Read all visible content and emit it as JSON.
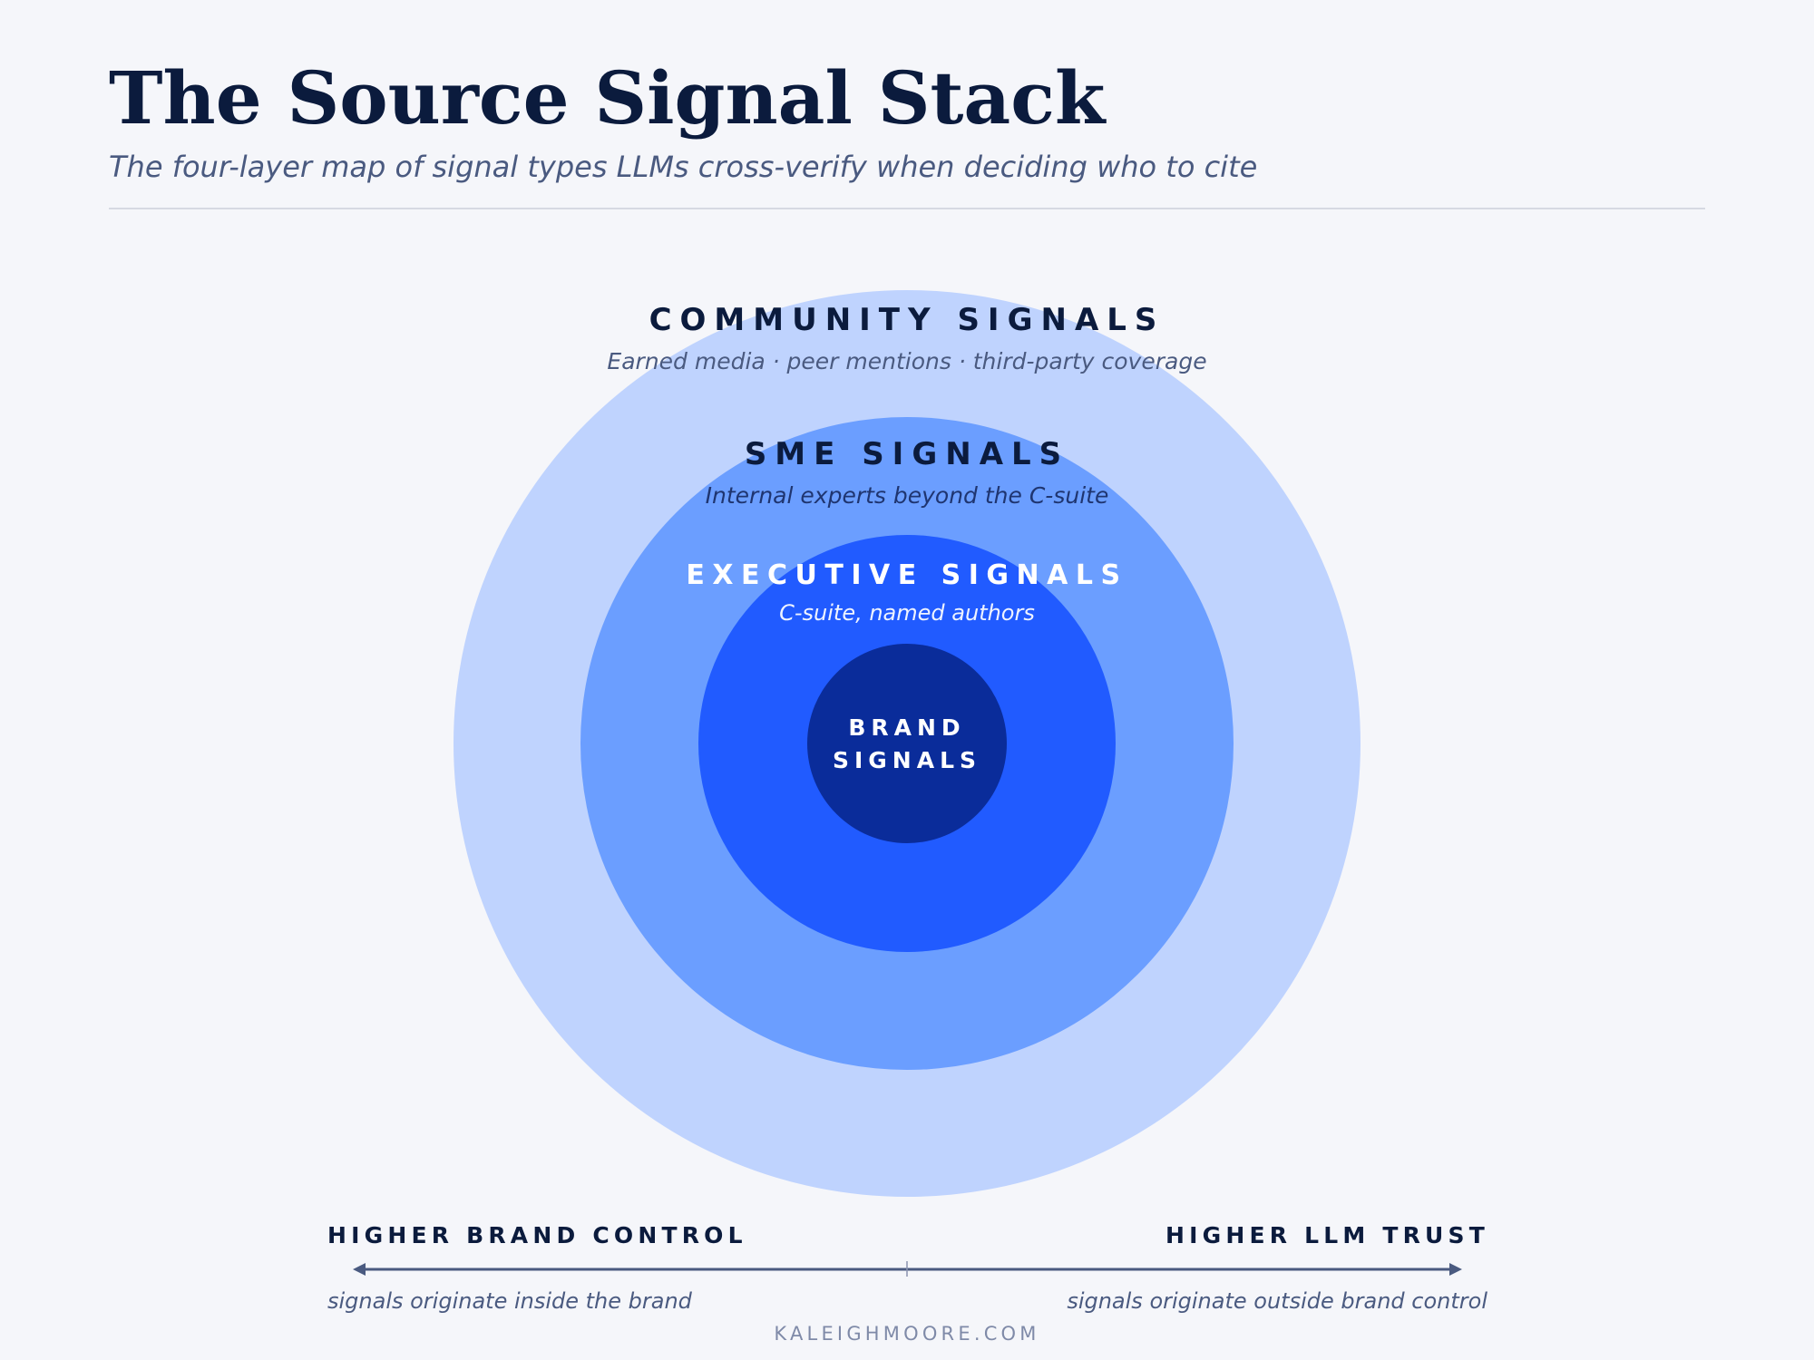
{
  "header": {
    "title": "The Source Signal Stack",
    "subtitle": "The four-layer map of signal types LLMs cross-verify when deciding who to cite"
  },
  "diagram": {
    "layers": [
      {
        "id": "community",
        "title": "COMMUNITY SIGNALS",
        "description": "Earned media · peer mentions · third-party coverage",
        "color": "#bfd3fe",
        "title_color": "#0b1b3d",
        "description_color": "#4a5a80"
      },
      {
        "id": "sme",
        "title": "SME SIGNALS",
        "description": "Internal experts beyond the C-suite",
        "color": "#6b9eff",
        "title_color": "#0b1b3d",
        "description_color": "#1f3570"
      },
      {
        "id": "executive",
        "title": "EXECUTIVE SIGNALS",
        "description": "C-suite, named authors",
        "color": "#215bff",
        "title_color": "#ffffff",
        "description_color": "#eef3ff"
      },
      {
        "id": "brand",
        "title_line1": "BRAND",
        "title_line2": "SIGNALS",
        "color": "#0a2c9a",
        "title_color": "#ffffff"
      }
    ]
  },
  "axis": {
    "left_label": "HIGHER BRAND CONTROL",
    "left_description": "signals originate inside the brand",
    "right_label": "HIGHER LLM TRUST",
    "right_description": "signals originate outside brand control",
    "line_color": "#4a5a80"
  },
  "footer": {
    "credit": "KALEIGHMOORE.COM"
  }
}
